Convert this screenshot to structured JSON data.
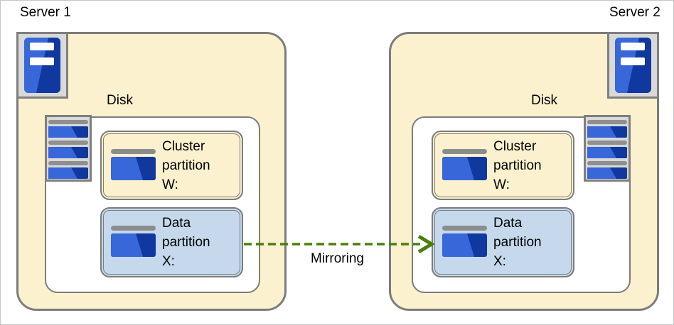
{
  "diagram_title": "",
  "servers": [
    {
      "label": "Server 1",
      "disk_label": "Disk",
      "partitions": [
        {
          "name": "cluster-partition",
          "lines": [
            "Cluster",
            "partition",
            "W:"
          ]
        },
        {
          "name": "data-partition",
          "lines": [
            "Data",
            "partition",
            "X:"
          ]
        }
      ]
    },
    {
      "label": "Server 2",
      "disk_label": "Disk",
      "partitions": [
        {
          "name": "cluster-partition",
          "lines": [
            "Cluster",
            "partition",
            "W:"
          ]
        },
        {
          "name": "data-partition",
          "lines": [
            "Data",
            "partition",
            "X:"
          ]
        }
      ]
    }
  ],
  "arrow": {
    "label": "Mirroring",
    "direction": "left-to-right",
    "style": "dashed"
  },
  "colors": {
    "server_box_fill": "#FCF1CE",
    "cluster_partition_fill": "#FCF1CE",
    "data_partition_fill": "#C6D9EC",
    "box_border_gray": "#7C7C7C",
    "icon_frame_fill": "#D9D9D9",
    "icon_blue_light": "#3767D8",
    "icon_blue_dark": "#10389F",
    "icon_gray_bar": "#8F8F8F",
    "arrow_green": "#4C7E0E",
    "text": "#000000",
    "canvas_border": "#C6C6C6"
  }
}
